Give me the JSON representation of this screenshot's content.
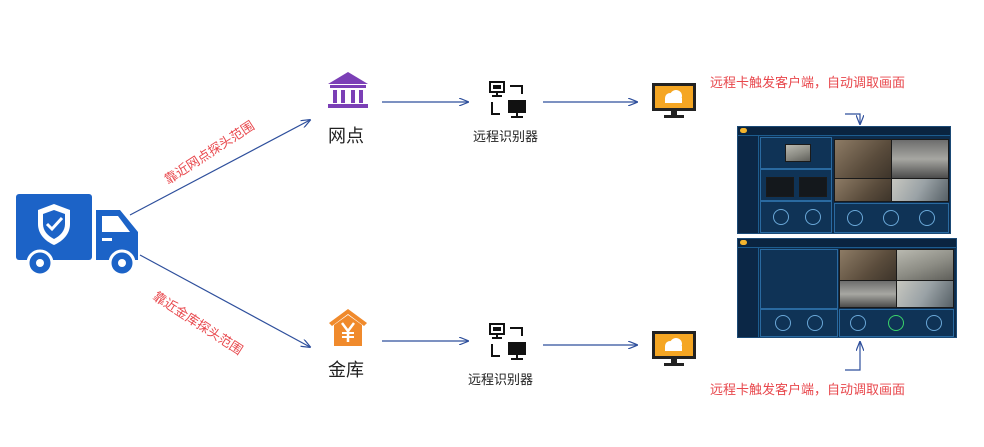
{
  "nodes": {
    "branch": {
      "label": "网点",
      "icon": "bank-icon",
      "color": "#7b3fb6"
    },
    "vault": {
      "label": "金库",
      "icon": "yen-vault-icon",
      "color": "#f08a2c"
    },
    "truck": {
      "icon": "armored-truck-shield-icon",
      "color": "#1c63c7"
    }
  },
  "edges": {
    "to_branch": "靠近网点探头范围",
    "to_vault": "靠近金库探头范围"
  },
  "devices": {
    "recognizer_top": {
      "label": "远程识别器",
      "icon": "remote-recognizer-icon"
    },
    "recognizer_bottom": {
      "label": "远程识别器",
      "icon": "remote-recognizer-icon"
    },
    "client_top": {
      "icon": "client-monitor-icon",
      "color": "#f5a623"
    },
    "client_bottom": {
      "icon": "client-monitor-icon",
      "color": "#f5a623"
    }
  },
  "results": {
    "top": "远程卡触发客户端，自动调取画面",
    "bottom": "远程卡触发客户端，自动调取画面"
  },
  "colors": {
    "arrow": "#2e4f9c",
    "note": "#e8474c",
    "screen_bg": "#0d2c4c"
  }
}
